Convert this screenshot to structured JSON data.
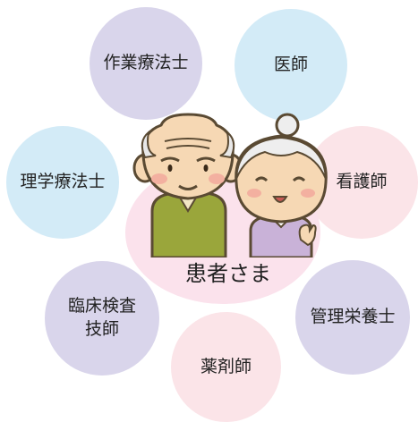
{
  "center": {
    "label": "患者さま"
  },
  "roles": {
    "occupational_therapist": "作業療法士",
    "doctor": "医師",
    "physical_therapist": "理学療法士",
    "nurse": "看護師",
    "lab_technician": "臨床検査\n技師",
    "dietitian": "管理栄養士",
    "pharmacist": "薬剤師"
  },
  "colors": {
    "purple_circle": "#d9d5eb",
    "blue_circle": "#d3ebf7",
    "pink_circle": "#fbe4e8",
    "center_ellipse": "#fbe2ec"
  }
}
